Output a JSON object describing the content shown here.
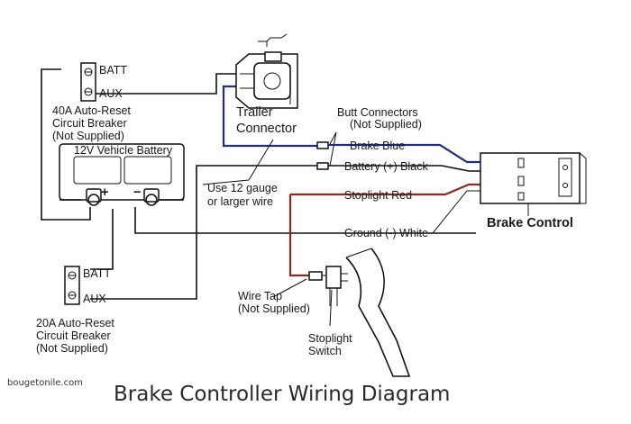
{
  "diagram": {
    "title": "Brake Controller Wiring Diagram",
    "watermark": "bougetonile.com",
    "breaker_top": {
      "batt": "BATT",
      "aux": "AUX",
      "caption": [
        "40A Auto-Reset",
        "Circuit Breaker",
        "(Not Supplied)"
      ]
    },
    "breaker_bottom": {
      "batt": "BATT",
      "aux": "AUX",
      "caption": [
        "20A Auto-Reset",
        "Circuit Breaker",
        "(Not Supplied)"
      ]
    },
    "battery": {
      "label": "12V Vehicle Battery",
      "plus": "+",
      "minus": "−"
    },
    "trailer_connector": [
      "Trailer",
      "Connector"
    ],
    "butt_connectors": [
      "Butt Connectors",
      "(Not Supplied)"
    ],
    "gauge_note": [
      "Use 12 gauge",
      "or larger wire"
    ],
    "wires": {
      "brake_blue": "Brake Blue",
      "battery_black": "Battery (+) Black",
      "stoplight_red": "Stoplight Red",
      "ground_white": "Ground (-) White"
    },
    "brake_control": "Brake Control",
    "wire_tap": [
      "Wire Tap",
      "(Not Supplied)"
    ],
    "stoplight_switch": [
      "Stoplight",
      "Switch"
    ],
    "colors": {
      "blue_wire": "#1f2f7a",
      "red_wire": "#8c2a22",
      "line": "#111111"
    }
  }
}
